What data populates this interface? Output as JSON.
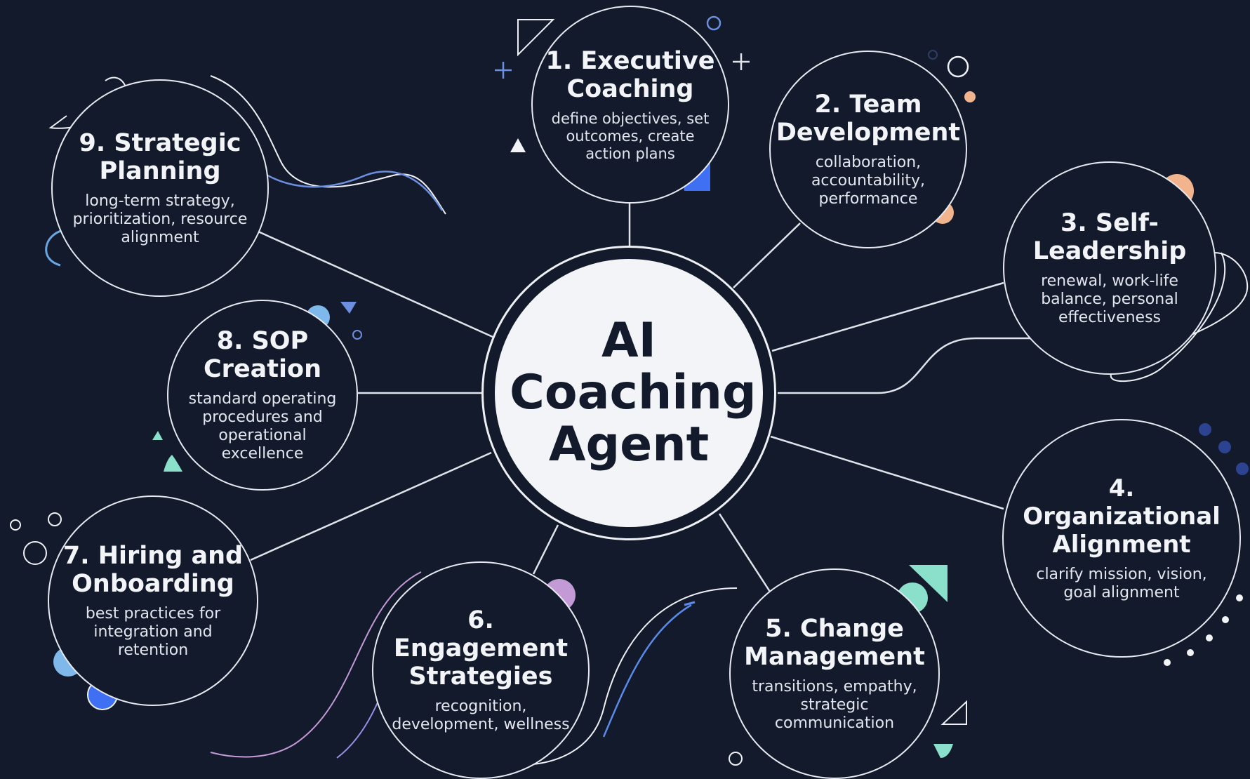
{
  "center": {
    "title": "AI Coaching Agent"
  },
  "nodes": [
    {
      "title": "1. Executive Coaching",
      "desc": "define objectives, set outcomes, create action plans"
    },
    {
      "title": "2. Team Development",
      "desc": "collaboration, accountability, performance"
    },
    {
      "title": "3. Self-Leadership",
      "desc": "renewal, work-life balance, personal effectiveness"
    },
    {
      "title": "4. Organizational Alignment",
      "desc": "clarify mission, vision, goal alignment"
    },
    {
      "title": "5. Change Management",
      "desc": "transitions, empathy, strategic communication"
    },
    {
      "title": "6. Engagement Strategies",
      "desc": "recognition, development, wellness"
    },
    {
      "title": "7. Hiring and Onboarding",
      "desc": "best practices for integration and retention"
    },
    {
      "title": "8. SOP Creation",
      "desc": "standard operating procedures and operational excellence"
    },
    {
      "title": "9. Strategic Planning",
      "desc": "long-term strategy, prioritization, resource alignment"
    }
  ],
  "colors": {
    "background": "#121a2c",
    "outline": "#e6e9f0",
    "center_fill": "#f3f4f7",
    "accent_blue": "#3f6ff2",
    "accent_orange": "#f2b48c",
    "accent_teal": "#8be0cc",
    "accent_purple": "#c39ad6",
    "accent_lightblue": "#7fb8ea"
  }
}
